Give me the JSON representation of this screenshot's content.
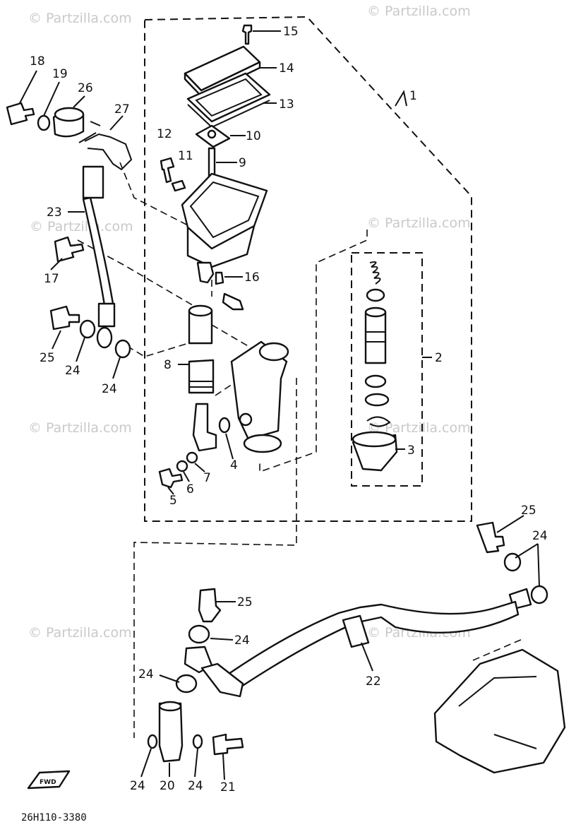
{
  "watermark": "© Partzilla.com",
  "part_code": "26H110-3380",
  "fwd_badge": "FWD",
  "callouts": {
    "c1": "1",
    "c2": "2",
    "c3": "3",
    "c4": "4",
    "c5": "5",
    "c6": "6",
    "c7": "7",
    "c8": "8",
    "c9": "9",
    "c10": "10",
    "c11": "11",
    "c12": "12",
    "c13": "13",
    "c14": "14",
    "c15": "15",
    "c16": "16",
    "c17": "17",
    "c18": "18",
    "c19": "19",
    "c20": "20",
    "c21": "21",
    "c22": "22",
    "c23": "23",
    "c24a": "24",
    "c24b": "24",
    "c24c": "24",
    "c24d": "24",
    "c24e": "24",
    "c24f": "24",
    "c24g": "24",
    "c25a": "25",
    "c25b": "25",
    "c25c": "25",
    "c26": "26",
    "c27": "27"
  }
}
